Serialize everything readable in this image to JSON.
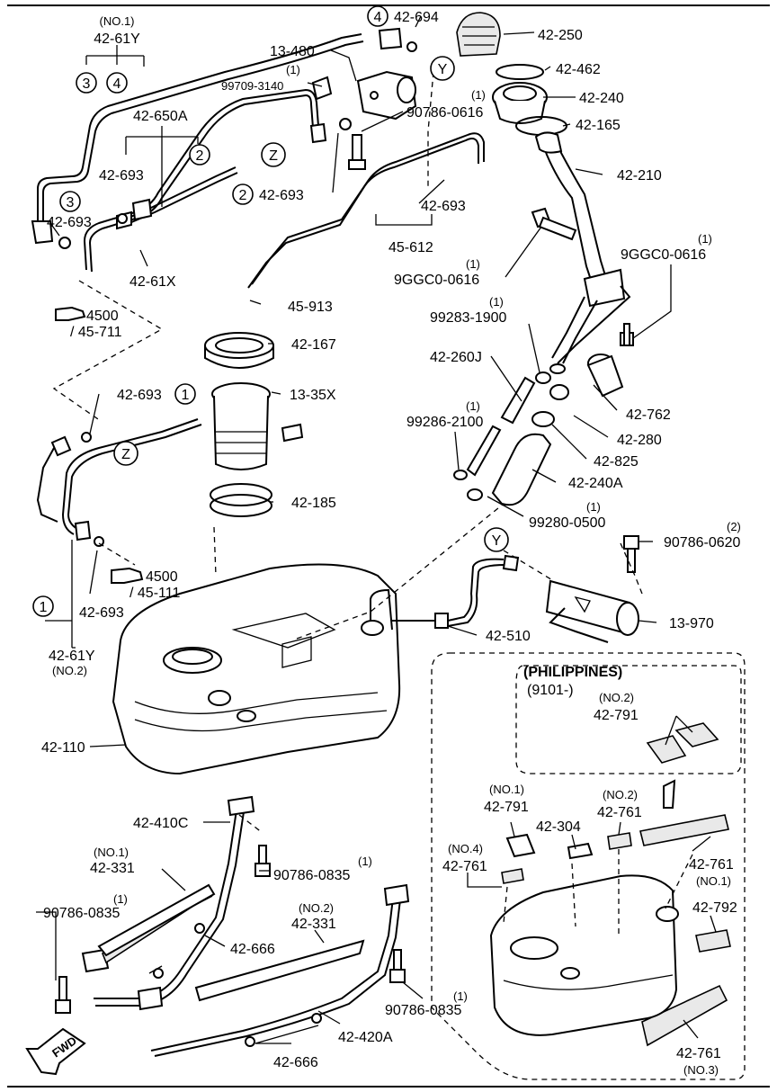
{
  "diagram": {
    "region_note": {
      "title": "(PHILIPPINES)",
      "range": "(9101-)"
    },
    "callouts": {
      "c_no1_42_61y_top": "(NO.1)",
      "p_42_61y_top": "42-61Y",
      "c_1_13_480": "13-480",
      "q_99709": "(1)",
      "p_99709": "99709-3140",
      "p_42_650a": "42-650A",
      "p_42_693_a": "42-693",
      "p_42_693_b": "42-693",
      "p_42_693_c": "42-693",
      "p_42_693_d": "42-693",
      "p_42_693_e": "42-693",
      "p_42_693_f": "42-693",
      "p_42_61x": "42-61X",
      "p_42_694": "42-694",
      "p_42_250": "42-250",
      "p_42_462": "42-462",
      "q_90786_0616": "(1)",
      "p_90786_0616": "90786-0616",
      "p_42_240": "42-240",
      "p_42_165": "42-165",
      "p_42_210": "42-210",
      "p_45_612": "45-612",
      "q_9ggc0_a": "(1)",
      "p_9ggc0_a": "9GGC0-0616",
      "q_9ggc0_b": "(1)",
      "p_9ggc0_b": "9GGC0-0616",
      "p_4500_a": "4500",
      "p_45_711": "/ 45-711",
      "p_45_913": "45-913",
      "q_99283": "(1)",
      "p_99283": "99283-1900",
      "p_42_167": "42-167",
      "p_42_260j": "42-260J",
      "p_13_35x": "13-35X",
      "q_99286": "(1)",
      "p_99286": "99286-2100",
      "p_42_762": "42-762",
      "p_42_280": "42-280",
      "p_42_825": "42-825",
      "p_42_240a": "42-240A",
      "p_42_185": "42-185",
      "q_99280": "(1)",
      "p_99280": "99280-0500",
      "q_90786_0620": "(2)",
      "p_90786_0620": "90786-0620",
      "p_4500_b": "4500",
      "p_45_111": "/ 45-111",
      "p_42_693_left": "42-693",
      "p_42_61y_bottom": "42-61Y",
      "c_no2_42_61y": "(NO.2)",
      "p_42_510": "42-510",
      "p_13_970": "13-970",
      "p_42_110": "42-110",
      "c_no2_42_791_ph": "(NO.2)",
      "p_42_791_ph": "42-791",
      "c_no1_42_791": "(NO.1)",
      "p_42_791": "42-791",
      "c_no2_42_761": "(NO.2)",
      "p_42_761_no2": "42-761",
      "p_42_304": "42-304",
      "c_no4_42_761": "(NO.4)",
      "p_42_761_no4": "42-761",
      "p_42_761_no1": "42-761",
      "c_no1_42_761": "(NO.1)",
      "p_42_792": "42-792",
      "p_42_761_no3": "42-761",
      "c_no3_42_761": "(NO.3)",
      "p_42_410c": "42-410C",
      "c_no1_42_331": "(NO.1)",
      "p_42_331_no1": "42-331",
      "q_90786_0835_a": "(1)",
      "p_90786_0835_a": "90786-0835",
      "q_90786_0835_b": "(1)",
      "p_90786_0835_b": "90786-0835",
      "c_no2_42_331": "(NO.2)",
      "p_42_331_no2": "42-331",
      "p_42_666_a": "42-666",
      "q_90786_0835_c": "(1)",
      "p_90786_0835_c": "90786-0835",
      "p_42_420a": "42-420A",
      "p_42_666_b": "42-666",
      "fwd": "FWD"
    },
    "circled_refs": {
      "r1": "3",
      "r2": "4",
      "r3": "4",
      "r4": "2",
      "r5": "2",
      "r6": "3",
      "r7": "1",
      "r8": "1",
      "yA": "Y",
      "yB": "Y",
      "zA": "Z",
      "zB": "Z"
    }
  }
}
